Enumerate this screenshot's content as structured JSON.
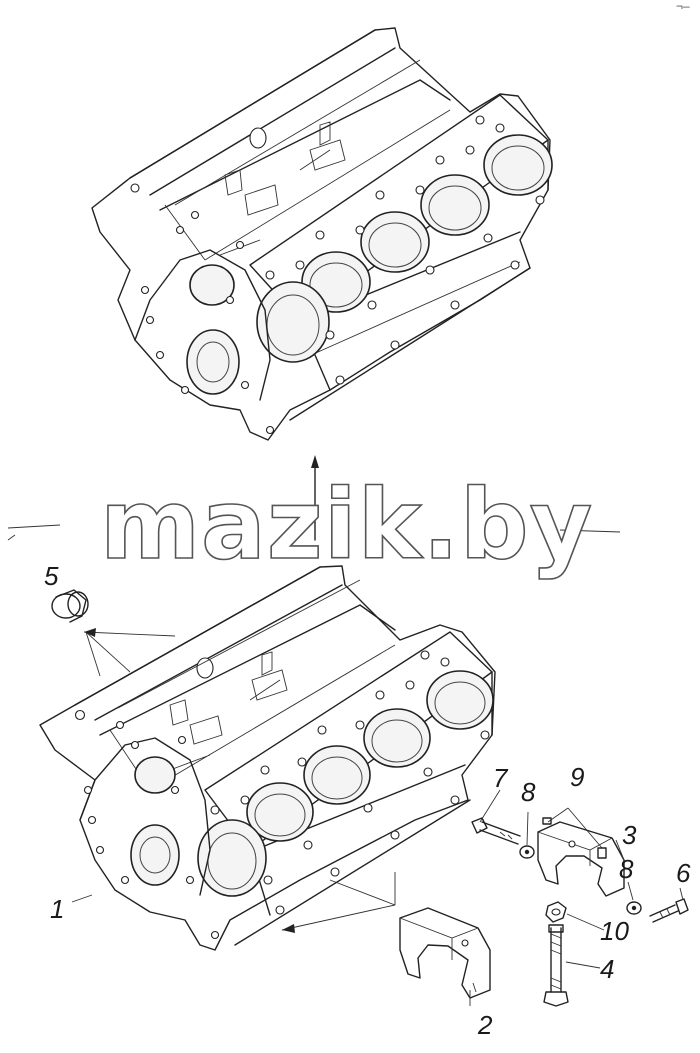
{
  "watermark": "mazik.by",
  "callouts": [
    "1",
    "2",
    "3",
    "4",
    "5",
    "6",
    "7",
    "8",
    "8",
    "9",
    "10"
  ],
  "corner_mark": "¬–",
  "colors": {
    "ink": "#222222",
    "background": "#ffffff",
    "watermark_outline": "#555555"
  }
}
